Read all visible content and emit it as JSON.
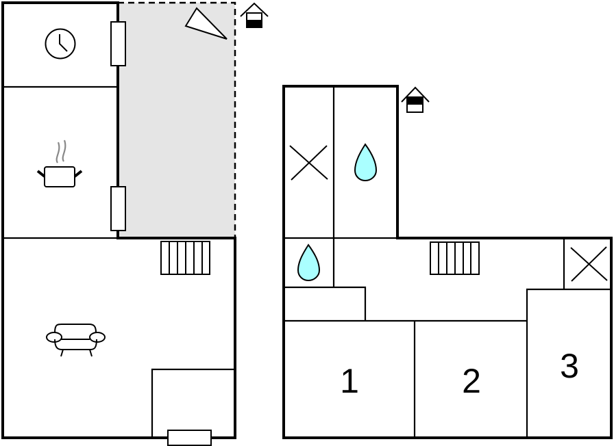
{
  "floorplan": {
    "rooms": [
      {
        "id": "room-1",
        "label": "1"
      },
      {
        "id": "room-2",
        "label": "2"
      },
      {
        "id": "room-3",
        "label": "3"
      }
    ],
    "icons": [
      "clock-icon",
      "cooking-pot-icon",
      "sofa-icon",
      "stairs-icon",
      "water-drop-icon",
      "toilet-cross-icon",
      "house-entrance-icon",
      "terrace-arrow-icon"
    ]
  },
  "colors": {
    "terrace": "#e5e5e5",
    "water": "#aaffff",
    "wall": "#000000",
    "steam": "#888888"
  }
}
